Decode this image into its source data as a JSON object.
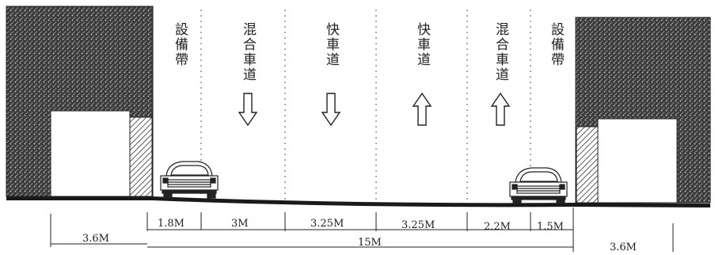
{
  "lanes": {
    "left_facility": "設備帶",
    "left_mixed": "混合車道",
    "left_fast": "快車道",
    "right_fast": "快車道",
    "right_mixed": "混合車道",
    "right_facility": "設備帶"
  },
  "dimensions": {
    "sidewalk_left": "3.6M",
    "facility_left": "1.8M",
    "mixed_left": "3M",
    "fast_left": "3.25M",
    "fast_right": "3.25M",
    "mixed_right": "2.2M",
    "facility_right": "1.5M",
    "road_total": "15M",
    "sidewalk_right": "3.6M"
  },
  "traffic_direction": {
    "left_mixed": "down",
    "left_fast": "down",
    "right_fast": "up",
    "right_mixed": "up"
  }
}
